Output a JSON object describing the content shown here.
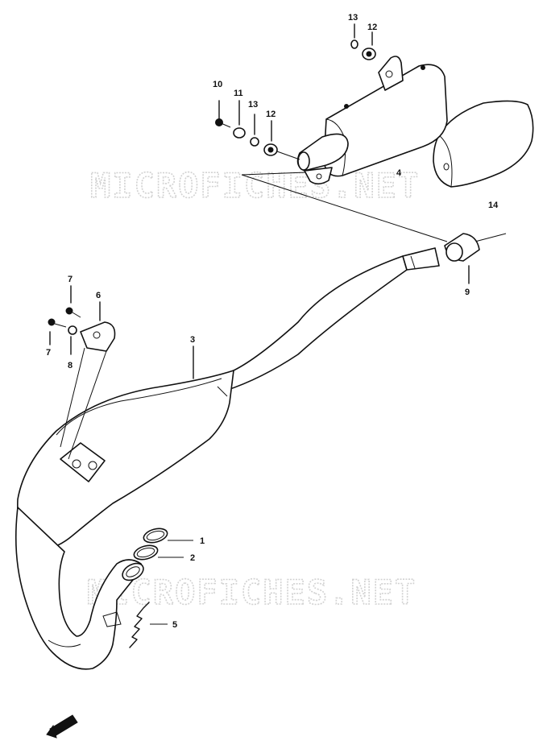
{
  "watermark": "MICROFICHES.NET",
  "callouts": {
    "c1": "1",
    "c2": "2",
    "c3": "3",
    "c4": "4",
    "c5": "5",
    "c6": "6",
    "c7a": "7",
    "c7b": "7",
    "c8": "8",
    "c9": "9",
    "c10": "10",
    "c11": "11",
    "c12a": "12",
    "c12b": "12",
    "c13a": "13",
    "c13b": "13",
    "c14": "14"
  },
  "colors": {
    "ink": "#111111",
    "watermark": "#d2d2d2",
    "paper": "#ffffff"
  }
}
